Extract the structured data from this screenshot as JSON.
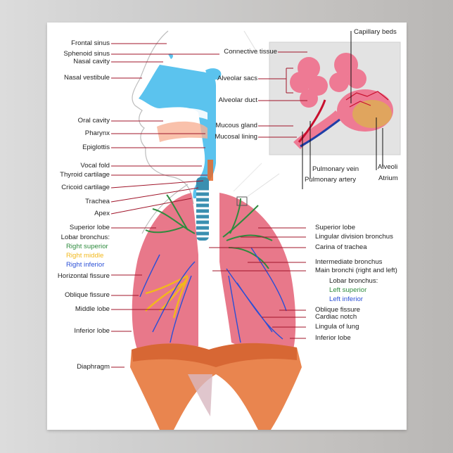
{
  "poster": {
    "subject": "Human respiratory system anatomy",
    "colors": {
      "leader_line": "#a0152a",
      "airway_blue": "#5bc3ee",
      "lung_pink": "#e8788a",
      "diaphragm_orange": "#e9854f",
      "bronchus_green": "#2e8b3e",
      "bronchus_yellow": "#f2b81c",
      "bronchus_blue": "#2a4fd6"
    },
    "left_labels": [
      {
        "text": "Frontal sinus"
      },
      {
        "text": "Sphenoid sinus"
      },
      {
        "text": "Nasal cavity"
      },
      {
        "text": "Nasal vestibule"
      },
      {
        "text": "Oral cavity"
      },
      {
        "text": "Pharynx"
      },
      {
        "text": "Epiglottis"
      },
      {
        "text": "Vocal fold"
      },
      {
        "text": "Thyroid cartilage"
      },
      {
        "text": "Cricoid cartilage"
      },
      {
        "text": "Trachea"
      },
      {
        "text": "Apex"
      },
      {
        "text": "Superior lobe"
      },
      {
        "text": "Lobar bronchus:"
      },
      {
        "text": "Right superior"
      },
      {
        "text": "Right middle"
      },
      {
        "text": "Right inferior"
      },
      {
        "text": "Horizontal fissure"
      },
      {
        "text": "Oblique fissure"
      },
      {
        "text": "Middle lobe"
      },
      {
        "text": "Inferior lobe"
      },
      {
        "text": "Diaphragm"
      }
    ],
    "inset_labels": [
      {
        "text": "Capillary beds"
      },
      {
        "text": "Connective tissue"
      },
      {
        "text": "Alveolar sacs"
      },
      {
        "text": "Alveolar duct"
      },
      {
        "text": "Mucous gland"
      },
      {
        "text": "Mucosal lining"
      },
      {
        "text": "Pulmonary vein"
      },
      {
        "text": "Pulmonary artery"
      },
      {
        "text": "Alveoli"
      },
      {
        "text": "Atrium"
      }
    ],
    "right_labels": [
      {
        "text": "Superior lobe"
      },
      {
        "text": "Lingular division bronchus"
      },
      {
        "text": "Carina of trachea"
      },
      {
        "text": "Intermediate bronchus"
      },
      {
        "text": "Main bronchi (right and left)"
      },
      {
        "text": "Lobar bronchus:"
      },
      {
        "text": "Left superior"
      },
      {
        "text": "Left inferior"
      },
      {
        "text": "Oblique fissure"
      },
      {
        "text": "Cardiac notch"
      },
      {
        "text": "Lingula of lung"
      },
      {
        "text": "Inferior lobe"
      }
    ]
  }
}
